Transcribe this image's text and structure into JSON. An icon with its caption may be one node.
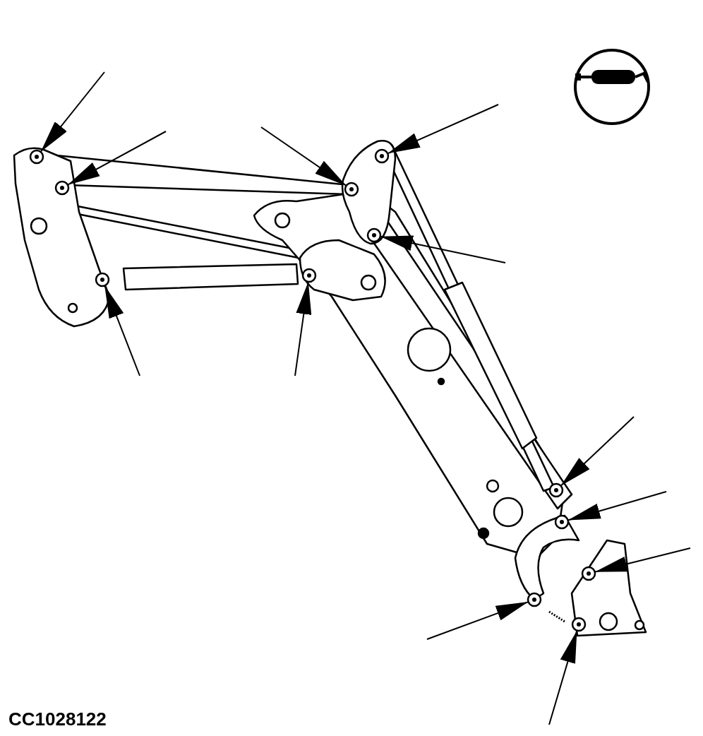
{
  "diagram": {
    "nodes": [
      {
        "text": [],
        "shape": "circle"
      },
      {
        "text": [],
        "shape": "circle"
      },
      {
        "text": [],
        "shape": "circle"
      },
      {
        "text": [],
        "shape": "circle"
      },
      {
        "text": [],
        "shape": "circle"
      },
      {
        "text": [],
        "shape": "circle"
      },
      {
        "text": [],
        "shape": "circle"
      },
      {
        "text": [],
        "shape": "circle"
      },
      {
        "text": [],
        "shape": "circle"
      },
      {
        "text": [],
        "shape": "circle"
      },
      {
        "text": [],
        "shape": "circle"
      },
      {
        "text": [],
        "shape": "circle"
      }
    ],
    "edges": [
      {
        "from": null,
        "to": 0,
        "arrow": "to"
      },
      {
        "from": null,
        "to": 1,
        "arrow": "to"
      },
      {
        "from": null,
        "to": 2,
        "arrow": "to"
      },
      {
        "from": null,
        "to": 3,
        "arrow": "to"
      },
      {
        "from": null,
        "to": 4,
        "arrow": "to"
      },
      {
        "from": null,
        "to": 5,
        "arrow": "to"
      },
      {
        "from": null,
        "to": 6,
        "arrow": "to"
      },
      {
        "from": null,
        "to": 7,
        "arrow": "to"
      },
      {
        "from": null,
        "to": 8,
        "arrow": "to"
      },
      {
        "from": null,
        "to": 9,
        "arrow": "to"
      },
      {
        "from": null,
        "to": 10,
        "arrow": "to"
      },
      {
        "from": null,
        "to": 11,
        "arrow": "to"
      }
    ],
    "labels": [
      "CC1028122"
    ]
  }
}
